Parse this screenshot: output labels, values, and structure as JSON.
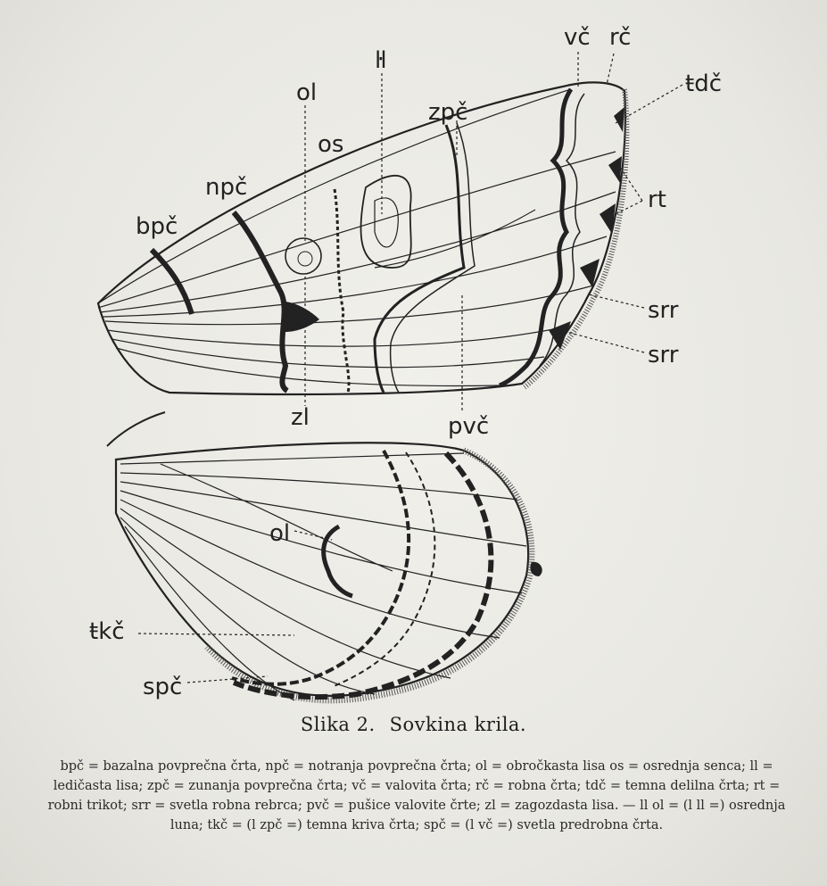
{
  "figure": {
    "labels": {
      "vc": "vč",
      "rc": "rč",
      "tdc": "ŧdč",
      "ol": "ol",
      "ll": "ŀl",
      "os": "os",
      "zpc": "zpč",
      "npc": "npč",
      "bpc": "bpč",
      "rt": "rt",
      "srr1": "srr",
      "srr2": "srr",
      "zl": "zl",
      "pvc": "pvč",
      "ol2": "ol",
      "tkc": "ŧkč",
      "spc": "spč"
    }
  },
  "caption": {
    "number": "Slika 2.",
    "title": "Sovkina krila."
  },
  "legend": {
    "text": "bpč = bazalna povprečna črta, npč = notranja povprečna črta; ol = obročkasta lisa os = osrednja senca; ll = ledičasta lisa; zpč = zunanja povprečna črta; vč = valovita črta; rč = robna črta; tdč = temna delilna črta; rt = robni trikot; srr = svetla robna rebrca; pvč = pušice valovite črte; zl = zagozdasta lisa. — ll ol = (l ll =) osrednja luna; tkč = (l zpč =) temna kriva črta; spč = (l vč =) svetla predrobna črta."
  }
}
